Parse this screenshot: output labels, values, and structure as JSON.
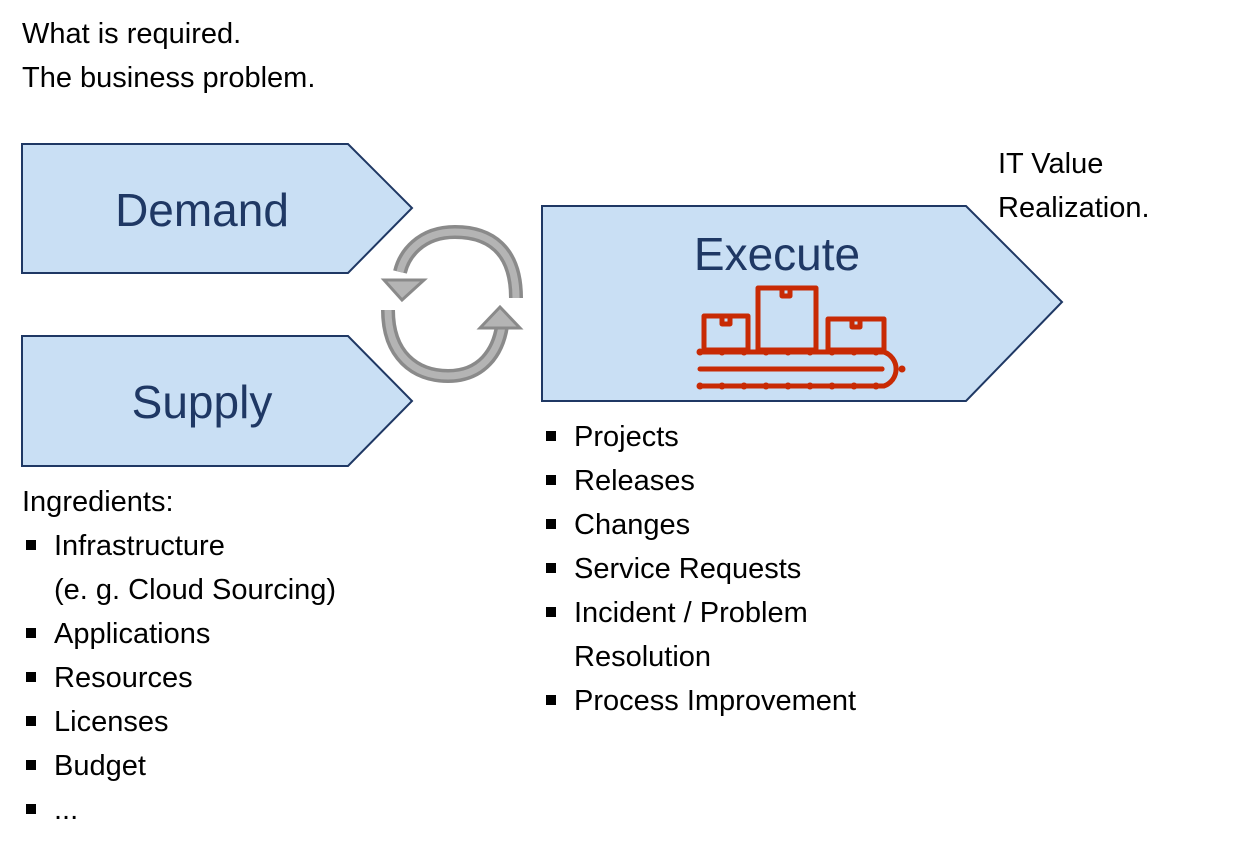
{
  "header": {
    "line1": "What is required.",
    "line2": "The business problem."
  },
  "shapes": {
    "demand": {
      "label": "Demand"
    },
    "supply": {
      "label": "Supply"
    },
    "execute": {
      "label": "Execute",
      "icon": "conveyor-belt-icon"
    }
  },
  "cycle": {
    "icon": "cycle-arrows-icon"
  },
  "outcome": {
    "line1": "IT Value",
    "line2": "Realization."
  },
  "ingredients": {
    "title": "Ingredients:",
    "items": [
      {
        "line1": "Infrastructure",
        "line2": "(e. g. Cloud Sourcing)"
      },
      {
        "line1": "Applications"
      },
      {
        "line1": "Resources"
      },
      {
        "line1": "Licenses"
      },
      {
        "line1": "Budget"
      },
      {
        "line1": "..."
      }
    ]
  },
  "execute_items": [
    {
      "line1": "Projects"
    },
    {
      "line1": "Releases"
    },
    {
      "line1": "Changes"
    },
    {
      "line1": "Service Requests"
    },
    {
      "line1": "Incident / Problem",
      "line2": "Resolution"
    },
    {
      "line1": "Process Improvement"
    }
  ],
  "colors": {
    "shape_fill": "#c9dff4",
    "shape_stroke": "#1f3864",
    "label_text": "#1f3864",
    "icon_red": "#c82a04",
    "cycle_gray": "#8a8a8a",
    "cycle_light": "#b4b4b4"
  }
}
